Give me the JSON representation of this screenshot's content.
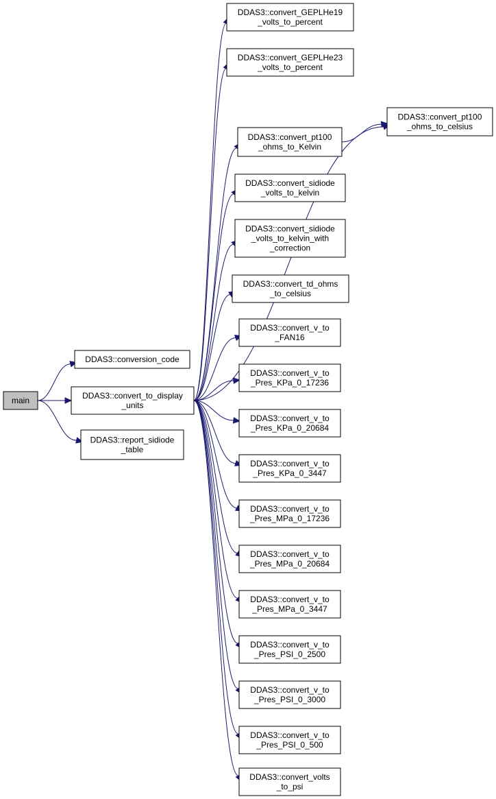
{
  "colors": {
    "edge": "#191970",
    "root_fill": "#bfbfbf",
    "node_fill": "#ffffff",
    "node_border": "#000000"
  },
  "nodes": [
    {
      "id": "main",
      "lines": [
        "main"
      ]
    },
    {
      "id": "conversion_code",
      "lines": [
        "DDAS3::conversion_code"
      ]
    },
    {
      "id": "convert_to_display_units",
      "lines": [
        "DDAS3::convert_to_display",
        "_units"
      ]
    },
    {
      "id": "report_sidiode_table",
      "lines": [
        "DDAS3::report_sidiode",
        "_table"
      ]
    },
    {
      "id": "gepl19",
      "lines": [
        "DDAS3::convert_GEPLHe19",
        "_volts_to_percent"
      ]
    },
    {
      "id": "gepl23",
      "lines": [
        "DDAS3::convert_GEPLHe23",
        "_volts_to_percent"
      ]
    },
    {
      "id": "pt100_celsius",
      "lines": [
        "DDAS3::convert_pt100",
        "_ohms_to_celsius"
      ]
    },
    {
      "id": "pt100_kelvin",
      "lines": [
        "DDAS3::convert_pt100",
        "_ohms_to_Kelvin"
      ]
    },
    {
      "id": "sidiode_kelvin",
      "lines": [
        "DDAS3::convert_sidiode",
        "_volts_to_kelvin"
      ]
    },
    {
      "id": "sidiode_kelvin_corr",
      "lines": [
        "DDAS3::convert_sidiode",
        "_volts_to_kelvin_with",
        "_correction"
      ]
    },
    {
      "id": "td_ohms",
      "lines": [
        "DDAS3::convert_td_ohms",
        "_to_celsius"
      ]
    },
    {
      "id": "fan16",
      "lines": [
        "DDAS3::convert_v_to",
        "_FAN16"
      ]
    },
    {
      "id": "kpa_17236",
      "lines": [
        "DDAS3::convert_v_to",
        "_Pres_KPa_0_17236"
      ]
    },
    {
      "id": "kpa_20684",
      "lines": [
        "DDAS3::convert_v_to",
        "_Pres_KPa_0_20684"
      ]
    },
    {
      "id": "kpa_3447",
      "lines": [
        "DDAS3::convert_v_to",
        "_Pres_KPa_0_3447"
      ]
    },
    {
      "id": "mpa_17236",
      "lines": [
        "DDAS3::convert_v_to",
        "_Pres_MPa_0_17236"
      ]
    },
    {
      "id": "mpa_20684",
      "lines": [
        "DDAS3::convert_v_to",
        "_Pres_MPa_0_20684"
      ]
    },
    {
      "id": "mpa_3447",
      "lines": [
        "DDAS3::convert_v_to",
        "_Pres_MPa_0_3447"
      ]
    },
    {
      "id": "psi_2500",
      "lines": [
        "DDAS3::convert_v_to",
        "_Pres_PSI_0_2500"
      ]
    },
    {
      "id": "psi_3000",
      "lines": [
        "DDAS3::convert_v_to",
        "_Pres_PSI_0_3000"
      ]
    },
    {
      "id": "psi_500",
      "lines": [
        "DDAS3::convert_v_to",
        "_Pres_PSI_0_500"
      ]
    },
    {
      "id": "volts_psi",
      "lines": [
        "DDAS3::convert_volts",
        "_to_psi"
      ]
    }
  ],
  "edges": [
    [
      "main",
      "conversion_code"
    ],
    [
      "main",
      "convert_to_display_units"
    ],
    [
      "main",
      "report_sidiode_table"
    ],
    [
      "convert_to_display_units",
      "gepl19"
    ],
    [
      "convert_to_display_units",
      "gepl23"
    ],
    [
      "convert_to_display_units",
      "pt100_celsius"
    ],
    [
      "convert_to_display_units",
      "pt100_kelvin"
    ],
    [
      "pt100_kelvin",
      "pt100_celsius"
    ],
    [
      "convert_to_display_units",
      "sidiode_kelvin"
    ],
    [
      "convert_to_display_units",
      "sidiode_kelvin_corr"
    ],
    [
      "convert_to_display_units",
      "td_ohms"
    ],
    [
      "convert_to_display_units",
      "fan16"
    ],
    [
      "convert_to_display_units",
      "kpa_17236"
    ],
    [
      "convert_to_display_units",
      "kpa_20684"
    ],
    [
      "convert_to_display_units",
      "kpa_3447"
    ],
    [
      "convert_to_display_units",
      "mpa_17236"
    ],
    [
      "convert_to_display_units",
      "mpa_20684"
    ],
    [
      "convert_to_display_units",
      "mpa_3447"
    ],
    [
      "convert_to_display_units",
      "psi_2500"
    ],
    [
      "convert_to_display_units",
      "psi_3000"
    ],
    [
      "convert_to_display_units",
      "psi_500"
    ],
    [
      "convert_to_display_units",
      "volts_psi"
    ]
  ]
}
